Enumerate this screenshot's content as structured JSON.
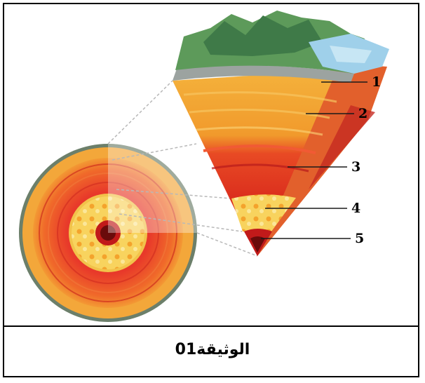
{
  "caption": "الوثيقة01",
  "labels": [
    "1",
    "2",
    "3",
    "4",
    "5"
  ],
  "colors": {
    "crust": "#9ca3a0",
    "mantle_upper": "#f2a33a",
    "mantle_lower": "#e8392a",
    "outer_core": "#f7d36a",
    "inner_core": "#c11a1a",
    "land": "#5d9a5a",
    "ocean": "#9fd0ea"
  }
}
